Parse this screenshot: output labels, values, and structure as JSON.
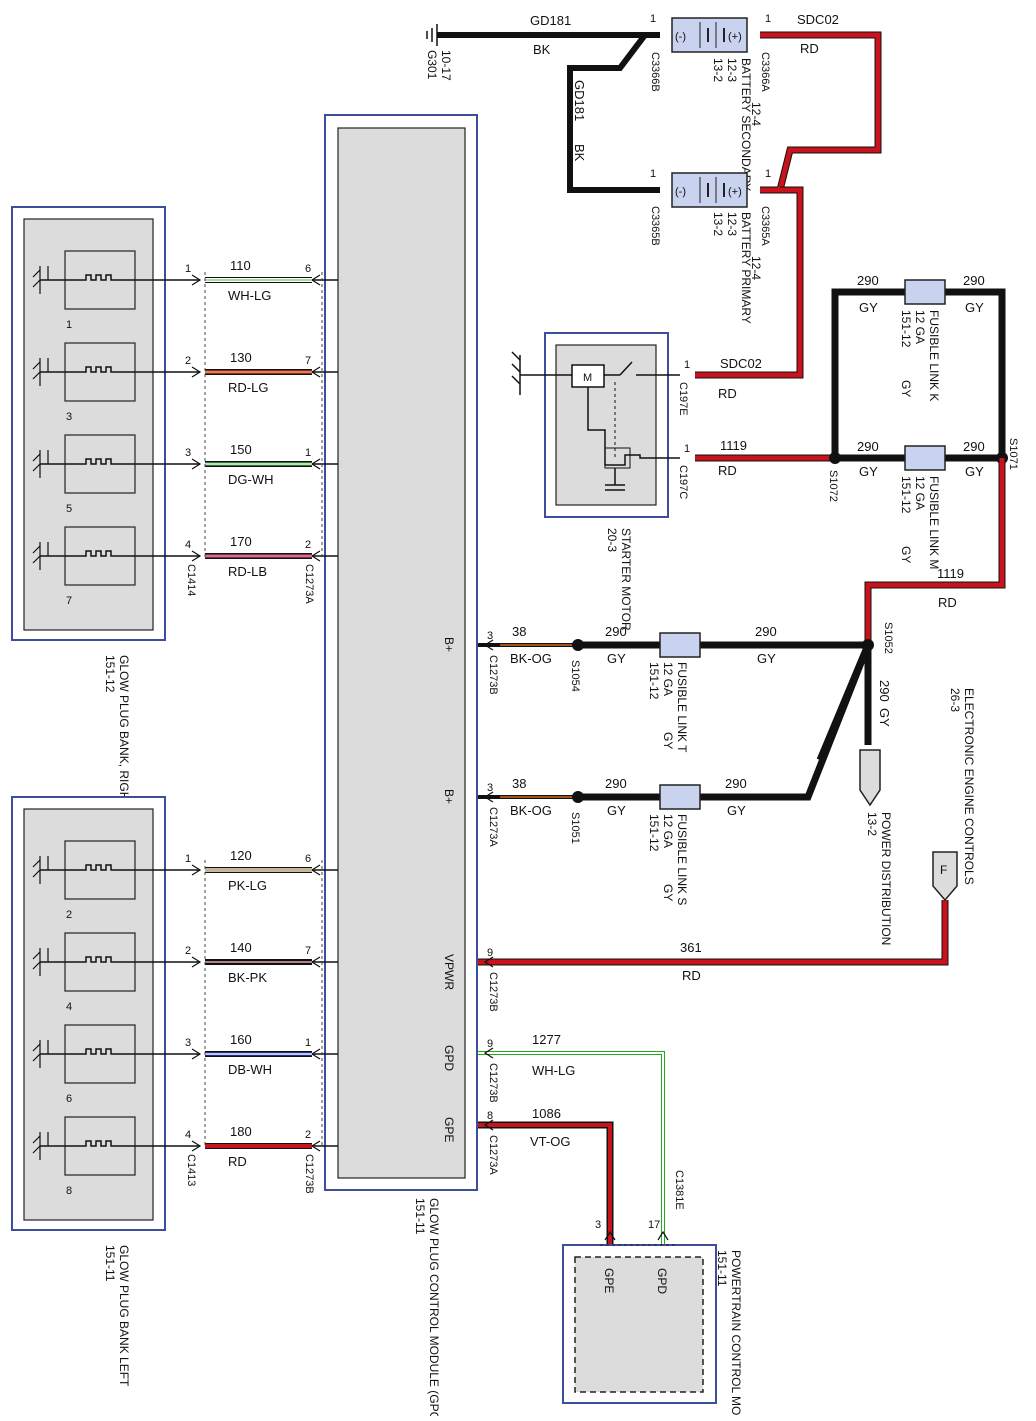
{
  "ground": {
    "name": "G301",
    "ref": "10-17"
  },
  "batteries": {
    "secondary": {
      "name": "BATTERY SECONDARY",
      "refs": [
        "12-3",
        "13-2",
        "12-4"
      ],
      "neg_connector": "C3366B",
      "pos_connector": "C3366A",
      "neg_pin": "1",
      "pos_pin": "1",
      "neg_symbol": "(-)",
      "pos_symbol": "(+)"
    },
    "primary": {
      "name": "BATTERY PRIMARY",
      "refs": [
        "12-3",
        "13-2",
        "12-4"
      ],
      "neg_connector": "C3365B",
      "pos_connector": "C3365A",
      "neg_pin": "1",
      "pos_pin": "1",
      "neg_symbol": "(-)",
      "pos_symbol": "(+)"
    }
  },
  "wires": {
    "gd181_top": {
      "circuit": "GD181",
      "color": "BK"
    },
    "gd181_vert": {
      "circuit": "GD181",
      "color": "BK"
    },
    "sdc02_top": {
      "circuit": "SDC02",
      "color": "RD"
    },
    "sdc02_starter": {
      "circuit": "SDC02",
      "color": "RD"
    },
    "w1119_starter": {
      "circuit": "1119",
      "color": "RD"
    },
    "w1119_right": {
      "circuit": "1119",
      "color": "RD"
    },
    "fk_left": {
      "circuit": "290",
      "color": "GY"
    },
    "fk_right": {
      "circuit": "290",
      "color": "GY"
    },
    "fm_left": {
      "circuit": "290",
      "color": "GY"
    },
    "fm_right": {
      "circuit": "290",
      "color": "GY"
    },
    "bplus1_a": {
      "circuit": "38",
      "color": "BK-OG"
    },
    "bplus1_b": {
      "circuit": "290",
      "color": "GY"
    },
    "bplus1_c": {
      "circuit": "290",
      "color": "GY"
    },
    "bplus2_a": {
      "circuit": "38",
      "color": "BK-OG"
    },
    "bplus2_b": {
      "circuit": "290",
      "color": "GY"
    },
    "bplus2_c": {
      "circuit": "290",
      "color": "GY"
    },
    "pd": {
      "circuit": "290",
      "color": "GY"
    },
    "vpwr": {
      "circuit": "361",
      "color": "RD"
    },
    "gpd": {
      "circuit": "1277",
      "color": "WH-LG"
    },
    "gpe": {
      "circuit": "1086",
      "color": "VT-OG"
    }
  },
  "fusible_links": {
    "k": {
      "name": "FUSIBLE LINK K",
      "gauge": "12 GA",
      "color": "GY",
      "ref": "151-12"
    },
    "m": {
      "name": "FUSIBLE LINK M",
      "gauge": "12 GA",
      "color": "GY",
      "ref": "151-12"
    },
    "t": {
      "name": "FUSIBLE LINK T",
      "gauge": "12 GA",
      "color": "GY",
      "ref": "151-12"
    },
    "s": {
      "name": "FUSIBLE LINK S",
      "gauge": "12 GA",
      "color": "GY",
      "ref": "151-12"
    }
  },
  "splices": {
    "s1071": "S1071",
    "s1072": "S1072",
    "s1052": "S1052",
    "s1054": "S1054",
    "s1051": "S1051"
  },
  "starter": {
    "name": "STARTER MOTOR",
    "ref": "20-3",
    "c1": {
      "pin": "1",
      "connector": "C197E"
    },
    "c2": {
      "pin": "1",
      "connector": "C197C"
    }
  },
  "gpcm": {
    "name": "GLOW PLUG CONTROL MODULE (GPCM)",
    "ref": "151-11",
    "pins": [
      {
        "label": "B+",
        "pin": "3",
        "connector": "C1273B"
      },
      {
        "label": "B+",
        "pin": "3",
        "connector": "C1273A"
      },
      {
        "label": "VPWR",
        "pin": "9",
        "connector": "C1273B"
      },
      {
        "label": "GPD",
        "pin": "9",
        "connector": "C1273B"
      },
      {
        "label": "GPE",
        "pin": "8",
        "connector": "C1273A"
      }
    ]
  },
  "bank_right": {
    "name": "GLOW PLUG BANK, RIGHT",
    "ref": "151-12",
    "left_connector": "C1414",
    "right_connector": "C1273A",
    "rows": [
      {
        "plug": "1",
        "lpin": "1",
        "rpin": "6",
        "circuit": "110",
        "color": "WH-LG"
      },
      {
        "plug": "3",
        "lpin": "2",
        "rpin": "7",
        "circuit": "130",
        "color": "RD-LG"
      },
      {
        "plug": "5",
        "lpin": "3",
        "rpin": "1",
        "circuit": "150",
        "color": "DG-WH"
      },
      {
        "plug": "7",
        "lpin": "4",
        "rpin": "2",
        "circuit": "170",
        "color": "RD-LB"
      }
    ]
  },
  "bank_left": {
    "name": "GLOW PLUG BANK LEFT",
    "ref": "151-11",
    "left_connector": "C1413",
    "right_connector": "C1273B",
    "rows": [
      {
        "plug": "2",
        "lpin": "1",
        "rpin": "6",
        "circuit": "120",
        "color": "PK-LG"
      },
      {
        "plug": "4",
        "lpin": "2",
        "rpin": "7",
        "circuit": "140",
        "color": "BK-PK"
      },
      {
        "plug": "6",
        "lpin": "3",
        "rpin": "1",
        "circuit": "160",
        "color": "DB-WH"
      },
      {
        "plug": "8",
        "lpin": "4",
        "rpin": "2",
        "circuit": "180",
        "color": "RD"
      }
    ]
  },
  "pcm": {
    "name": "POWERTRAIN CONTROL MODULE (PCM)",
    "ref": "151-11",
    "connector": "C1381E",
    "pins": [
      {
        "label": "GPE",
        "pin": "3"
      },
      {
        "label": "GPD",
        "pin": "17"
      }
    ]
  },
  "eec": {
    "name": "ELECTRONIC ENGINE CONTROLS",
    "ref": "26-3"
  },
  "power_dist": {
    "name": "POWER DISTRIBUTION",
    "ref": "13-2"
  },
  "flag": {
    "letter": "F"
  },
  "colors": {
    "red": "#c8121c",
    "black": "#111111",
    "gray_box": "#dcdcdc",
    "blue_frame": "#3d4f9a",
    "link_fill": "#c9d2ef"
  }
}
